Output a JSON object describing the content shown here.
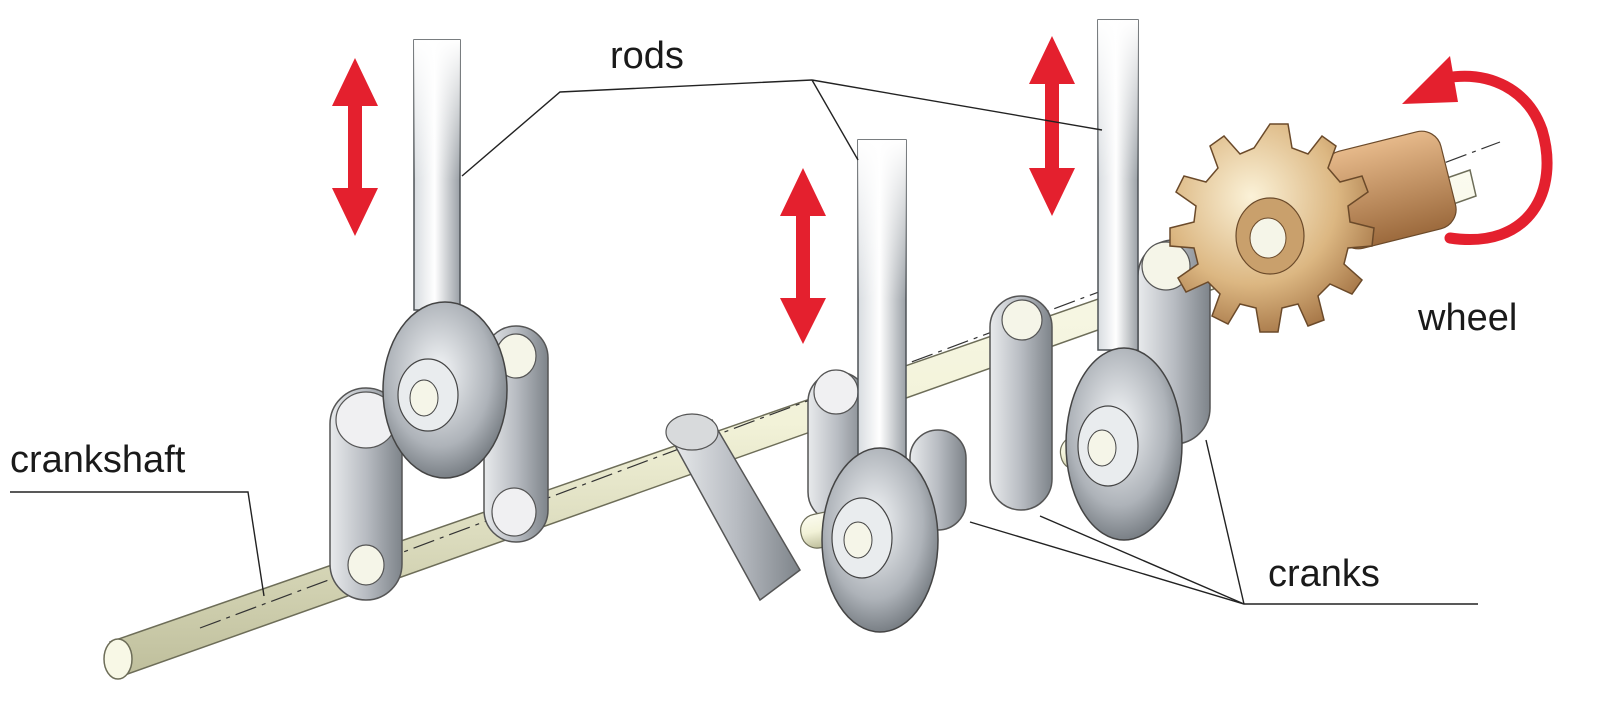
{
  "labels": {
    "rods": "rods",
    "wheel": "wheel",
    "crankshaft": "crankshaft",
    "cranks": "cranks"
  },
  "colors": {
    "arrow": "#e4202e",
    "shaft": "#eeeedc",
    "metal": "#b8bcc2",
    "wheel": "#d9b57f"
  }
}
